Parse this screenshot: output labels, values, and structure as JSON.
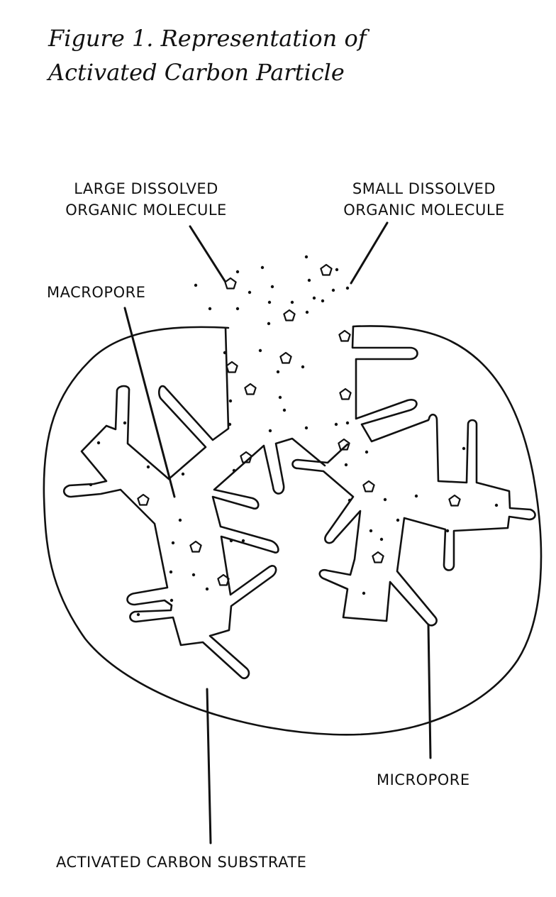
{
  "figure": {
    "title_line1": "Figure 1. Representation of",
    "title_line2": "Activated Carbon Particle"
  },
  "labels": {
    "large_molecule": [
      "LARGE DISSOLVED",
      "ORGANIC MOLECULE"
    ],
    "small_molecule": [
      "SMALL DISSOLVED",
      "ORGANIC MOLECULE"
    ],
    "macropore": "MACROPORE",
    "micropore": "MICROPORE",
    "substrate": "ACTIVATED CARBON SUBSTRATE"
  }
}
